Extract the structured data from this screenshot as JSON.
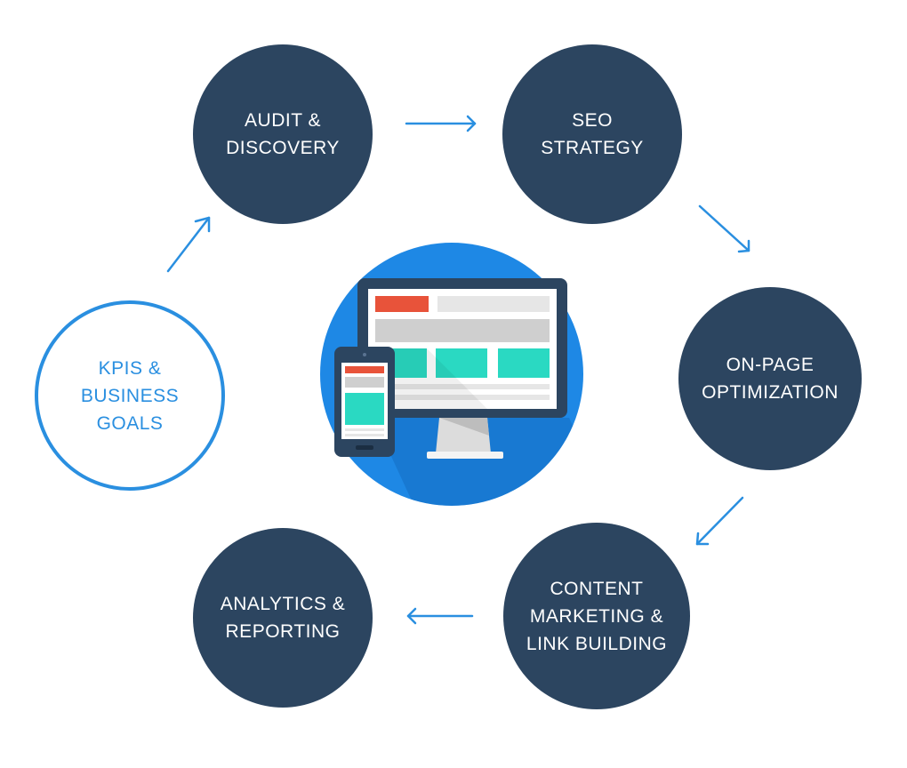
{
  "steps": {
    "audit": {
      "lines": [
        "AUDIT &",
        "DISCOVERY"
      ]
    },
    "seo": {
      "lines": [
        "SEO",
        "STRATEGY"
      ]
    },
    "onpage": {
      "lines": [
        "ON-PAGE",
        "OPTIMIZATION"
      ]
    },
    "content": {
      "lines": [
        "CONTENT",
        "MARKETING &",
        "LINK BUILDING"
      ]
    },
    "analytics": {
      "lines": [
        "ANALYTICS &",
        "REPORTING"
      ]
    },
    "kpis": {
      "lines": [
        "KPIS &",
        "BUSINESS",
        "GOALS"
      ]
    }
  },
  "colors": {
    "node_fill": "#2c4560",
    "accent_blue": "#2a8fe0",
    "center_circle": "#1e88e5",
    "monitor_frame": "#2c4560",
    "block_red": "#e8533a",
    "block_teal": "#2ad9c2",
    "block_gray": "#cfcfcf"
  },
  "icons": [
    "desktop-monitor-icon",
    "smartphone-icon"
  ]
}
